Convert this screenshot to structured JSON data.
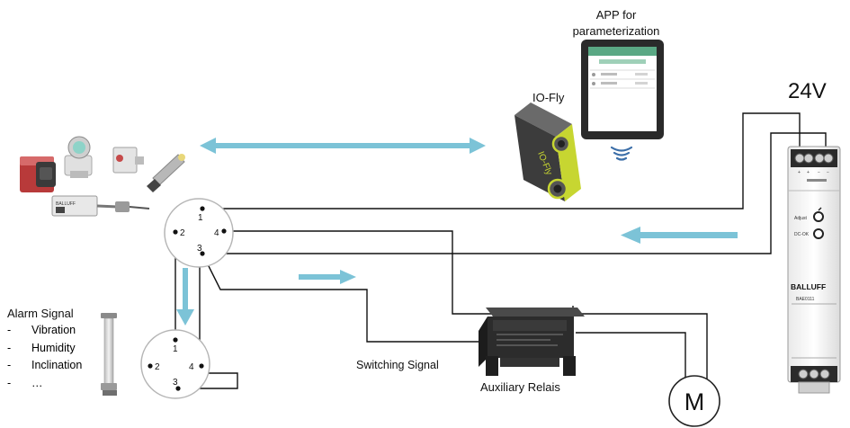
{
  "labels": {
    "app_title_line1": "APP for",
    "app_title_line2": "parameterization",
    "io_fly": "IO-Fly",
    "voltage": "24V",
    "alarm_title": "Alarm Signal",
    "switching_signal": "Switching Signal",
    "auxiliary_relais": "Auxiliary Relais",
    "motor": "M"
  },
  "alarm_items": [
    "Vibration",
    "Humidity",
    "Inclination",
    "…"
  ],
  "alarm_dash": "-",
  "connector_top": {
    "pins": [
      "1",
      "2",
      "3",
      "4"
    ]
  },
  "connector_bottom": {
    "pins": [
      "1",
      "2",
      "3",
      "4"
    ]
  },
  "power_supply": {
    "brand": "BALLUFF",
    "model": "BAE0111",
    "adjust_label": "Adjust",
    "dc_ok_label": "DC-OK",
    "terminal_marks": [
      "+",
      "+",
      "−",
      "−"
    ]
  },
  "io_fly_device": {
    "side_text": "IO-Fly"
  },
  "sensor_label_brand": "BALLUFF",
  "colors": {
    "arrow": "#7cc3d7",
    "wire": "#111111",
    "iofly_green": "#c7d631",
    "iofly_body": "#4b4b4b",
    "tablet": "#2a2a2a",
    "wifi": "#3b6ea8",
    "sensor_red": "#c64a4a",
    "ps_body": "#f4f4f4"
  }
}
